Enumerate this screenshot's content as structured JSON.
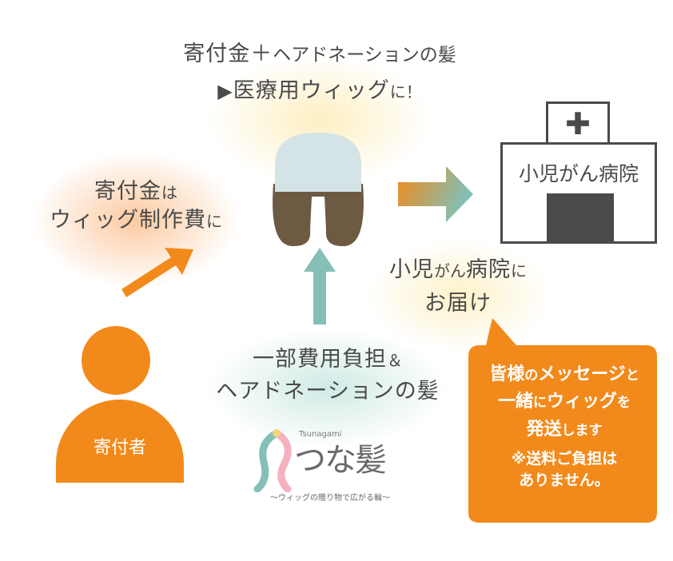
{
  "top_caption": {
    "line1_main": "寄付金＋",
    "line1_small": "ヘアドネーションの髪",
    "line2_arrow": "▶",
    "line2_main": "医療用ウィッグ",
    "line2_small": "に！"
  },
  "donation_caption": {
    "line1_main": "寄付金",
    "line1_small": "は",
    "line2_main": "ウィッグ制作費",
    "line2_small": "に"
  },
  "donor": {
    "label": "寄付者"
  },
  "hospital": {
    "cross": "✚",
    "name": "小児がん病院"
  },
  "delivery_caption": {
    "line1_main": "小児",
    "line1_small": "がん",
    "line1_main2": "病院",
    "line1_small2": "に",
    "line2_main": "お届け"
  },
  "cost_caption": {
    "line1_main": "一部費用負担",
    "line1_small": "＆",
    "line2_main": "ヘアドネーションの髪"
  },
  "logo": {
    "small_text": "Tsunagami",
    "main_text": "つな髪",
    "tagline": "〜ウィッグの贈り物で広がる輪〜"
  },
  "message_bubble": {
    "line1_main": "皆様",
    "line1_small": "の",
    "line1_main2": "メッセージ",
    "line1_small2": "と",
    "line2_main": "一緒",
    "line2_small": "に",
    "line2_main2": "ウィッグ",
    "line2_small2": "を",
    "line3_main": "発送",
    "line3_small": "します",
    "note_line1": "※送料ご負担は",
    "note_line2": "ありません。"
  },
  "colors": {
    "orange": "#f28a1b",
    "teal": "#85bfb8",
    "wig_cap": "#d4e3e6",
    "wig_hair": "#6d5a43",
    "hospital_door": "#4a4a4a",
    "text": "#4a4a4a"
  }
}
